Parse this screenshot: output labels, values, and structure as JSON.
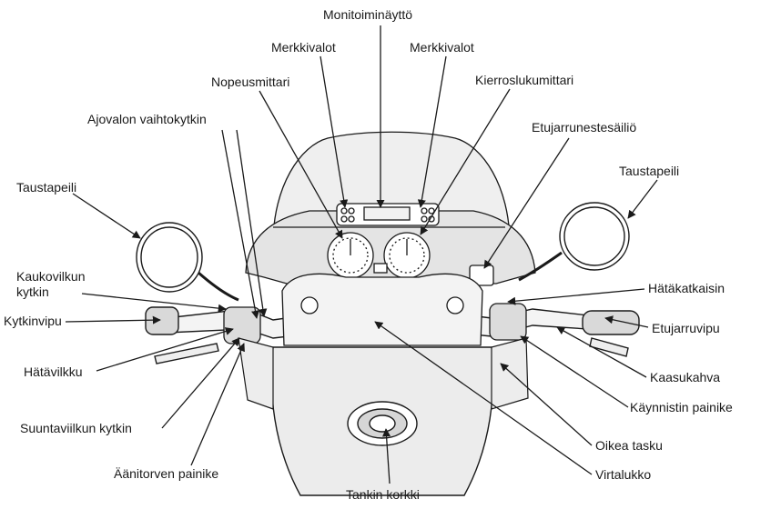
{
  "diagram": {
    "labels": {
      "monitoiminaytto": "Monitoiminäyttö",
      "merkkivalot_left": "Merkkivalot",
      "merkkivalot_right": "Merkkivalot",
      "nopeusmittari": "Nopeusmittari",
      "kierroslukumittari": "Kierroslukumittari",
      "ajovalon_vaihtokytkin": "Ajovalon vaihtokytkin",
      "etujarrunestesailio": "Etujarrunestesäiliö",
      "taustapeili_left": "Taustapeili",
      "taustapeili_right": "Taustapeili",
      "kaukovilkun_kytkin_line1": "Kaukovilkun",
      "kaukovilkun_kytkin_line2": "kytkin",
      "kytkinvipu": "Kytkinvipu",
      "hatavilkku": "Hätävilkku",
      "suuntavilkun_kytkin": "Suuntaviilkun kytkin",
      "aanitorven_painike": "Äänitorven painike",
      "tankin_korkki": "Tankin korkki",
      "hatakatkaisin": "Hätäkatkaisin",
      "etujarruvipu": "Etujarruvipu",
      "kaasukahva": "Kaasukahva",
      "kaynnistin_painike": "Käynnistin painike",
      "oikea_tasku": "Oikea tasku",
      "virtalukko": "Virtalukko"
    },
    "colors": {
      "ink": "#1a1a1a",
      "fairing_fill": "#e9e9e9",
      "tank_fill": "#dedede",
      "background": "#ffffff"
    }
  }
}
